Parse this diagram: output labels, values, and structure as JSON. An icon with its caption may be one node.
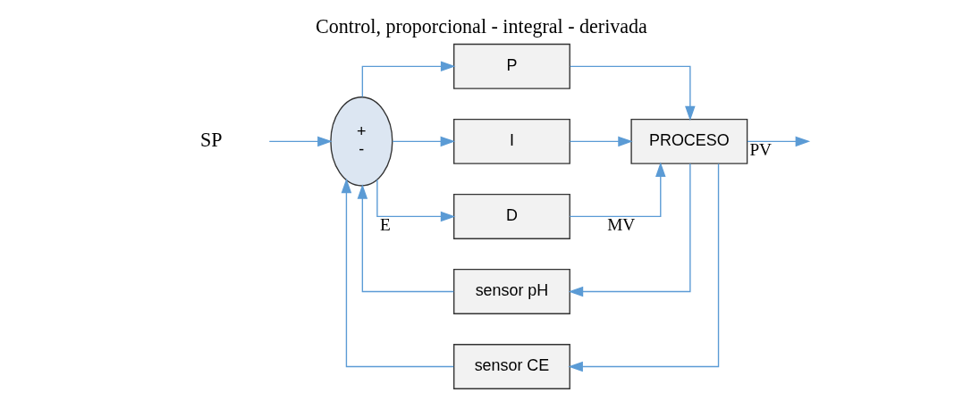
{
  "diagram": {
    "title": "Control, proporcional - integral - derivada",
    "nodes": [
      {
        "text": [
          "SP"
        ]
      },
      {
        "text": [
          "+",
          "-"
        ]
      },
      {
        "text": [
          "P"
        ]
      },
      {
        "text": [
          "I"
        ]
      },
      {
        "text": [
          "D"
        ]
      },
      {
        "text": [
          "PROCESO"
        ]
      },
      {
        "text": [
          "sensor pH"
        ]
      },
      {
        "text": [
          "sensor CE"
        ]
      }
    ],
    "edges": [
      {
        "from": 0,
        "to": 1,
        "arrow": "to"
      },
      {
        "from": 1,
        "to": 2,
        "arrow": "to"
      },
      {
        "from": 1,
        "to": 3,
        "arrow": "to"
      },
      {
        "from": 1,
        "to": 4,
        "arrow": "to",
        "label": "E"
      },
      {
        "from": 2,
        "to": 5,
        "arrow": "to"
      },
      {
        "from": 3,
        "to": 5,
        "arrow": "to"
      },
      {
        "from": 4,
        "to": 5,
        "arrow": "to",
        "label": "MV"
      },
      {
        "from": 5,
        "to": null,
        "arrow": "to",
        "label": "PV"
      },
      {
        "from": 5,
        "to": 6,
        "arrow": "to"
      },
      {
        "from": 5,
        "to": 7,
        "arrow": "to"
      },
      {
        "from": 6,
        "to": 1,
        "arrow": "to"
      },
      {
        "from": 7,
        "to": 1,
        "arrow": "to"
      }
    ]
  }
}
